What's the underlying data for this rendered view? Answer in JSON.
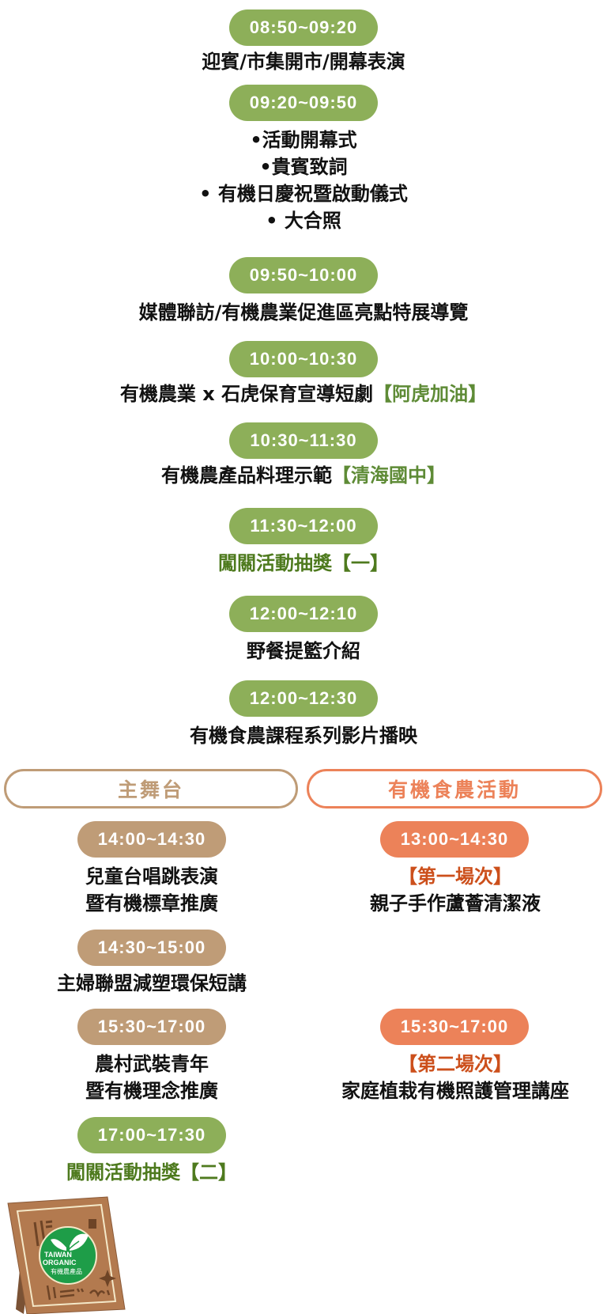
{
  "colors": {
    "green_pill": "#8daf59",
    "tan_pill": "#bf9c77",
    "orange_pill": "#ec8259",
    "green_highlight": "#5e8b36",
    "dark_green_highlight": "#4e7a1e",
    "orange_highlight": "#cc4f1b",
    "text": "#111111"
  },
  "morning": [
    {
      "time": "08:50~09:20",
      "lines": [
        "迎賓/市集開市/開幕表演"
      ]
    },
    {
      "time": "09:20~09:50",
      "bullets": [
        "•活動開幕式",
        "•貴賓致詞",
        "• 有機日慶祝暨啟動儀式",
        "• 大合照"
      ]
    },
    {
      "time": "09:50~10:00",
      "lines": [
        "媒體聯訪/有機農業促進區亮點特展導覽"
      ]
    },
    {
      "time": "10:00~10:30",
      "text": "有機農業 x 石虎保育宣導短劇",
      "highlight": "【阿虎加油】"
    },
    {
      "time": "10:30~11:30",
      "text": "有機農產品料理示範",
      "highlight": "【清海國中】"
    },
    {
      "time": "11:30~12:00",
      "title": "闖關活動抽獎【一】"
    },
    {
      "time": "12:00~12:10",
      "lines": [
        "野餐提籃介紹"
      ]
    },
    {
      "time": "12:00~12:30",
      "lines": [
        "有機食農課程系列影片播映"
      ]
    }
  ],
  "main_stage": {
    "header": "主舞台",
    "events": [
      {
        "time": "14:00~14:30",
        "lines": [
          "兒童台唱跳表演",
          "暨有機標章推廣"
        ]
      },
      {
        "time": "14:30~15:00",
        "lines": [
          "主婦聯盟減塑環保短講"
        ]
      },
      {
        "time": "15:30~17:00",
        "lines": [
          "農村武裝青年",
          "暨有機理念推廣"
        ]
      },
      {
        "time": "17:00~17:30",
        "title": "闖關活動抽獎【二】"
      }
    ]
  },
  "food_ag": {
    "header": "有機食農活動",
    "events": [
      {
        "time": "13:00~14:30",
        "session": "【第一場次】",
        "lines": [
          "親子手作蘆薈清潔液"
        ]
      },
      {
        "time": "15:30~17:00",
        "session": "【第二場次】",
        "lines": [
          "家庭植栽有機照護管理講座"
        ]
      }
    ]
  },
  "sign": {
    "badge_line1": "TAIWAN",
    "badge_line2": "ORGANIC",
    "badge_line3": "有機農產品"
  }
}
